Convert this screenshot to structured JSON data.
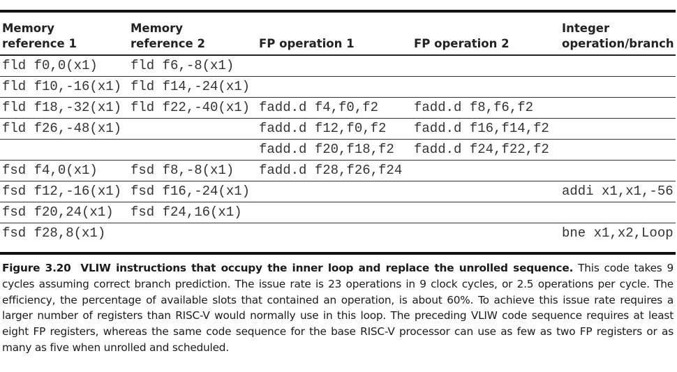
{
  "table": {
    "headers": [
      [
        "Memory",
        "reference 1"
      ],
      [
        "Memory",
        "reference 2"
      ],
      [
        "",
        "FP operation 1"
      ],
      [
        "",
        "FP operation 2"
      ],
      [
        "Integer",
        "operation/branch"
      ]
    ],
    "rows": [
      [
        "fld f0,0(x1)",
        "fld f6,-8(x1)",
        "",
        "",
        ""
      ],
      [
        "fld f10,-16(x1)",
        "fld f14,-24(x1)",
        "",
        "",
        ""
      ],
      [
        "fld f18,-32(x1)",
        "fld f22,-40(x1)",
        "fadd.d f4,f0,f2",
        "fadd.d f8,f6,f2",
        ""
      ],
      [
        "fld f26,-48(x1)",
        "",
        "fadd.d f12,f0,f2",
        "fadd.d f16,f14,f2",
        ""
      ],
      [
        "",
        "",
        "fadd.d f20,f18,f2",
        "fadd.d f24,f22,f2",
        ""
      ],
      [
        "fsd f4,0(x1)",
        "fsd f8,-8(x1)",
        "fadd.d f28,f26,f24",
        "",
        ""
      ],
      [
        "fsd f12,-16(x1)",
        "fsd f16,-24(x1)",
        "",
        "",
        "addi x1,x1,-56"
      ],
      [
        "fsd f20,24(x1)",
        "fsd f24,16(x1)",
        "",
        "",
        ""
      ],
      [
        "fsd f28,8(x1)",
        "",
        "",
        "",
        "bne x1,x2,Loop"
      ]
    ]
  },
  "caption": {
    "label": "Figure 3.20",
    "title": "VLIW instructions that occupy the inner loop and replace the unrolled sequence.",
    "body": "This code takes 9 cycles assuming correct branch prediction. The issue rate is 23 operations in 9 clock cycles, or 2.5 operations per cycle. The efficiency, the percentage of available slots that contained an operation, is about 60%. To achieve this issue rate requires a larger number of registers than RISC-V would normally use in this loop. The preceding VLIW code sequence requires at least eight FP registers, whereas the same code sequence for the base RISC-V processor can use as few as two FP registers or as many as five when unrolled and scheduled."
  }
}
